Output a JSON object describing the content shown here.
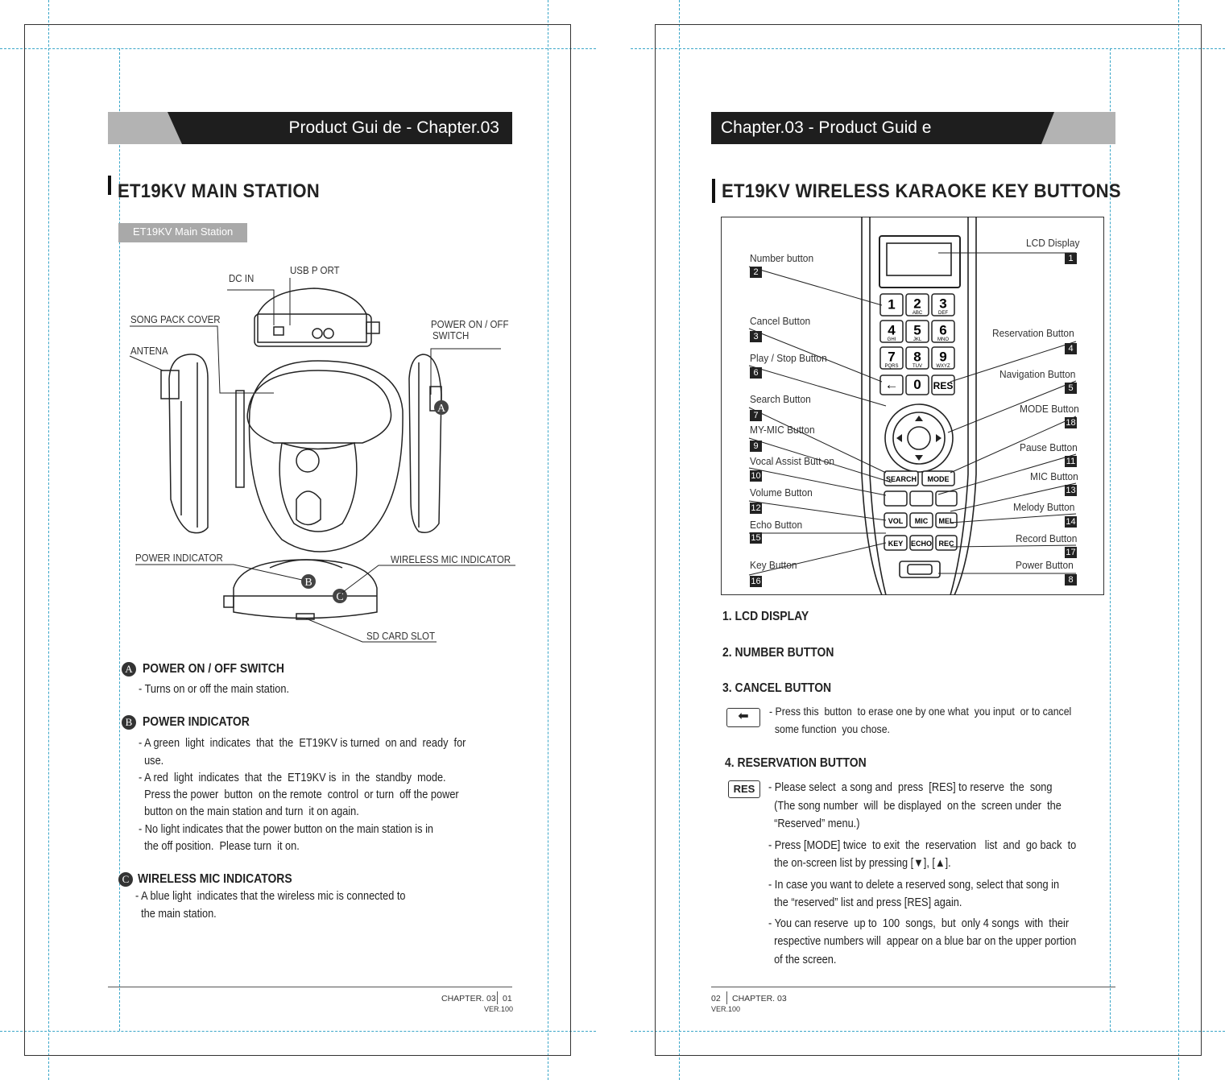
{
  "left_page": {
    "header": "Product Gui de - Chapter.03",
    "title": "ET19KV MAIN  STATION",
    "tag": "ET19KV Main Station",
    "labels": {
      "dc_in": "DC IN",
      "usb_port": "USB P ORT",
      "song_pack_cover": "SONG   PACK   COVER",
      "antena": "ANTENA",
      "power_switch_1": "POWER ON / OFF",
      "power_switch_2": "SWITCH",
      "power_indicator": "POWER INDICATOR",
      "wireless_mic_indicator": "WIRELESS MIC  INDICATOR",
      "sd_card_slot": "SD CARD SLOT",
      "marker_a": "A",
      "marker_b": "B",
      "marker_c": "C"
    },
    "sections": {
      "a": {
        "badge": "A",
        "heading": "POWER ON / OFF SWITCH",
        "lines": [
          "- Turns on or off the main station."
        ]
      },
      "b": {
        "badge": "B",
        "heading": "POWER INDICATOR",
        "lines": [
          "- A green  light  indicates  that  the  ET19KV is turned  on and  ready  for",
          "  use.",
          "- A red  light  indicates  that  the  ET19KV is  in  the  standby  mode.",
          "  Press the power  button  on the remote  control  or turn  off the power",
          "  button on the main station and turn  it on again.",
          "- No light indicates that the power button on the main station is in",
          "  the off position.  Please turn  it on."
        ]
      },
      "c": {
        "badge": "C",
        "heading": "WIRELESS MIC  INDICATORS",
        "lines": [
          "- A blue light  indicates that the wireless mic is connected to",
          "  the main station."
        ]
      }
    },
    "footer": {
      "chapter": "CHAPTER. 03",
      "page": "01",
      "version": "VER.100"
    }
  },
  "right_page": {
    "header": "Chapter.03 - Product Guid e",
    "title": "ET19KV  WIRELESS  KARAOKE KEY BUTTONS",
    "left_callouts": [
      {
        "label": "Number button",
        "num": "2"
      },
      {
        "label": "Cancel Button",
        "num": "3"
      },
      {
        "label": "Play / Stop Button",
        "num": "6"
      },
      {
        "label": "Search Button",
        "num": "7"
      },
      {
        "label": "MY-MIC Button",
        "num": "9"
      },
      {
        "label": "Vocal Assist Butt on",
        "num": "10"
      },
      {
        "label": "Volume Button",
        "num": "12"
      },
      {
        "label": "Echo Button",
        "num": "15"
      },
      {
        "label": "Key Button",
        "num": "16"
      }
    ],
    "right_callouts": [
      {
        "label": "LCD Display",
        "num": "1"
      },
      {
        "label": "Reservation Button",
        "num": "4"
      },
      {
        "label": "Navigation Button",
        "num": "5"
      },
      {
        "label": "MODE Button",
        "num": "18"
      },
      {
        "label": "Pause Button",
        "num": "11"
      },
      {
        "label": "MIC Button",
        "num": "13"
      },
      {
        "label": "Melody Button",
        "num": "14"
      },
      {
        "label": "Record Button",
        "num": "17"
      },
      {
        "label": "Power Button",
        "num": "8"
      }
    ],
    "keypad": {
      "digits": [
        "1",
        "2",
        "3",
        "4",
        "5",
        "6",
        "7",
        "8",
        "9",
        "0"
      ],
      "letters": [
        "",
        "ABC",
        "DEF",
        "GHI",
        "JKL",
        "MNO",
        "PQRS",
        "TUV",
        "WXYZ",
        ""
      ],
      "res": "RES",
      "search": "SEARCH",
      "mode": "MODE",
      "vol": "VOL",
      "mic": "MIC",
      "mel": "MEL",
      "key": "KEY",
      "echo": "ECHO",
      "rec": "REC"
    },
    "sections": {
      "s1": "1.  LCD DISPLAY",
      "s2": "2.  NUMBER BUTTON",
      "s3": "3.  CANCEL BUTTON",
      "s3_lines": [
        "- Press this  button  to erase one by one what  you input  or to cancel",
        "  some function  you chose."
      ],
      "s4": "4.  RESERVATION BUTTON",
      "res_icon": "RES",
      "s4_lines_a": [
        "- Please select  a song and  press  [RES] to reserve  the  song",
        "  (The song number  will  be displayed  on the  screen under  the",
        "  “Reserved” menu.)"
      ],
      "s4_lines_b": [
        "- Press [MODE] twice  to exit  the  reservation   list  and  go back  to",
        "  the on-screen list by pressing [▼], [▲].",
        "- In case you want to delete a reserved song, select that song in",
        "  the “reserved” list and press [RES] again.",
        "- You can reserve  up to  100  songs,  but  only 4 songs  with  their",
        "  respective numbers will  appear on a blue bar on the upper portion",
        "  of the screen."
      ]
    },
    "footer": {
      "page": "02",
      "chapter": "CHAPTER. 03",
      "version": "VER.100"
    }
  }
}
